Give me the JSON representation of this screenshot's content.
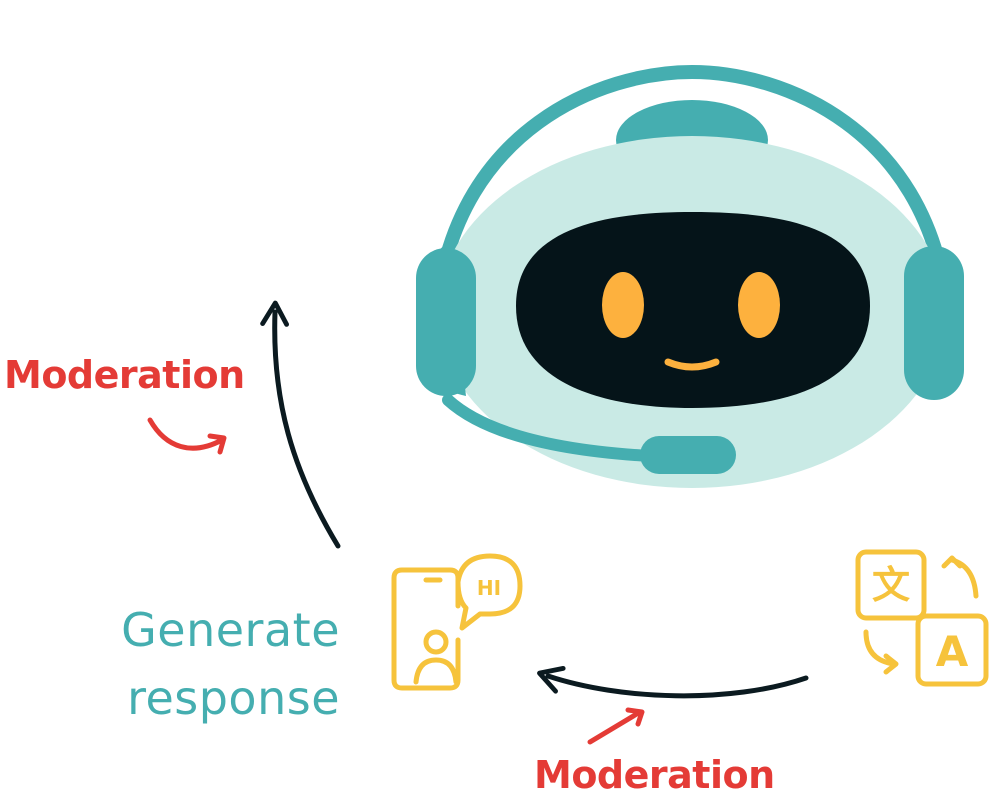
{
  "labels": {
    "moderation_top": "Moderation",
    "moderation_bottom": "Moderation",
    "generate_line1": "Generate",
    "generate_line2": "response",
    "chat_bubble_text": "HI",
    "translate_char": "文",
    "translate_letter": "A"
  },
  "colors": {
    "moderation": "#e43b36",
    "teal_text": "#45aeb0",
    "robot_teal": "#45aeb0",
    "robot_face_light": "#c9eae5",
    "robot_visor": "#051419",
    "robot_eyes": "#fdb13e",
    "icon_yellow": "#f6c33c",
    "flow_arrow": "#0b1a20"
  },
  "icons": {
    "robot": "robot-support-agent-icon",
    "chat": "person-chat-hi-icon",
    "translate": "translate-icon"
  }
}
